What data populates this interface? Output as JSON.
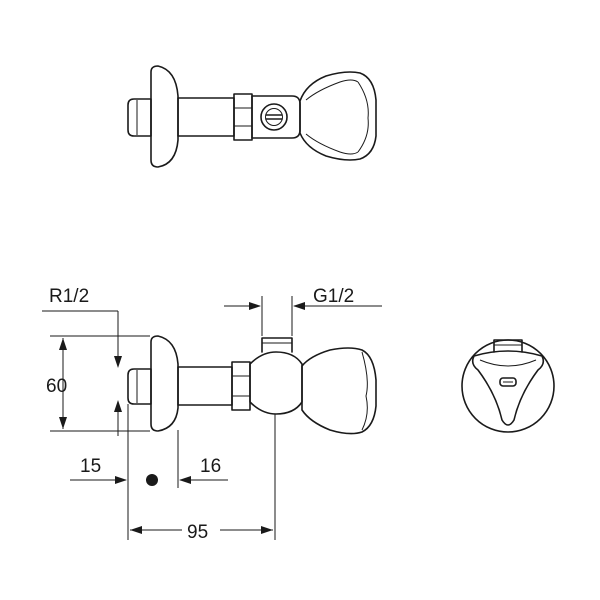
{
  "labels": {
    "thread_inlet": "R1/2",
    "thread_outlet": "G1/2",
    "height": "60",
    "offset_left": "15",
    "offset_right": "16",
    "length": "95"
  }
}
